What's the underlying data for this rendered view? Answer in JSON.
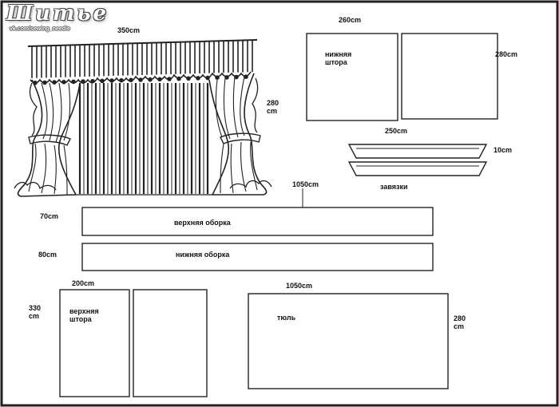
{
  "watermark": {
    "title": "Шитье",
    "url": "vk.com/sewing_needle"
  },
  "curtain_illustration": {
    "width_label": "350cm",
    "height_label": "280\ncm"
  },
  "lower_curtain": {
    "panel_width_label": "260cm",
    "panel_height_label": "280cm",
    "name": "нижняя\nштора"
  },
  "tiebacks": {
    "length_label": "250cm",
    "height_label": "10cm",
    "name": "завязки"
  },
  "frills": {
    "length_label": "1050cm",
    "upper": {
      "height_label": "70cm",
      "name": "верхняя оборка"
    },
    "lower": {
      "height_label": "80cm",
      "name": "нижняя оборка"
    }
  },
  "upper_curtain": {
    "panel_width_label": "200cm",
    "panel_height_label": "330\ncm",
    "name": "верхняя\nштора"
  },
  "tulle": {
    "width_label": "1050cm",
    "height_label": "280\ncm",
    "name": "тюль"
  }
}
